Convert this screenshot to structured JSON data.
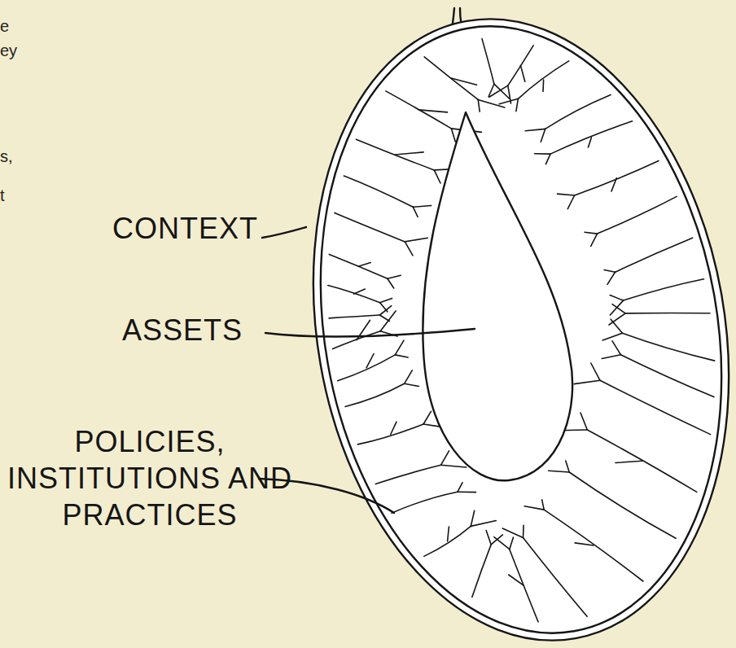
{
  "diagram": {
    "labels": [
      "e",
      "ey",
      "s,",
      "t",
      "CONTEXT",
      "ASSETS",
      "POLICIES, INSTITUTIONS AND PRACTICES"
    ]
  }
}
